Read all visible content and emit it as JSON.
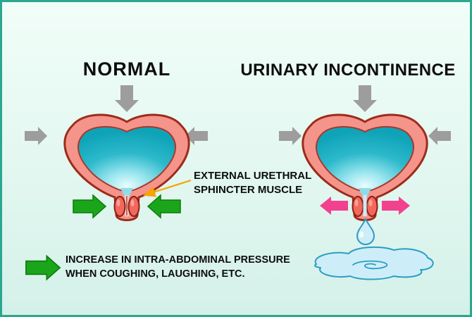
{
  "titles": {
    "normal": "NORMAL",
    "incontinence": "URINARY INCONTINENCE"
  },
  "labels": {
    "sphincter_line1": "EXTERNAL URETHRAL",
    "sphincter_line2": "SPHINCTER MUSCLE",
    "legend_line1": "INCREASE IN INTRA-ABDOMINAL PRESSURE",
    "legend_line2": "WHEN COUGHING, LAUGHING, ETC."
  },
  "colors": {
    "gray_arrow": "#9d9d9d",
    "green_arrow": "#1ba51b",
    "pink_arrow": "#f2418f",
    "orange_pointer": "#f7a400",
    "bladder_wall": "#f5948b",
    "bladder_outline": "#9c2c1b",
    "bladder_fluid": "#17b1c4",
    "urine_fluid": "#cdeef8",
    "border": "#2aa78f",
    "background": "#e3f7f0",
    "text": "#0d0d0d"
  }
}
